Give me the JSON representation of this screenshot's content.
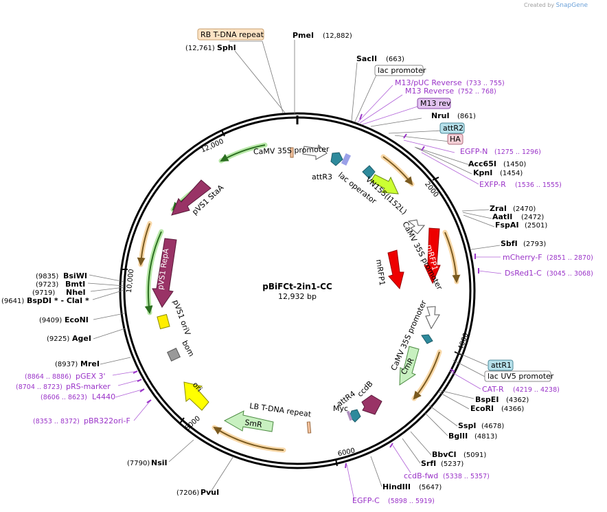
{
  "credit": {
    "prefix": "Created by",
    "brand": "SnapGene"
  },
  "plasmid": {
    "name": "pBiFCt-2in1-CC",
    "length": 12932,
    "length_label": "12,932 bp"
  },
  "ruler": [
    "12,000",
    "2000",
    "4000",
    "6000",
    "8000",
    "10,000"
  ],
  "enzymes": [
    {
      "name": "PmeI",
      "pos": "(12,882)"
    },
    {
      "name": "SphI",
      "pos": "(12,761)"
    },
    {
      "name": "SacII",
      "pos": "(663)"
    },
    {
      "name": "NruI",
      "pos": "(861)"
    },
    {
      "name": "Acc65I",
      "pos": "(1450)"
    },
    {
      "name": "KpnI",
      "pos": "(1454)"
    },
    {
      "name": "ZraI",
      "pos": "(2470)"
    },
    {
      "name": "AatII",
      "pos": "(2472)"
    },
    {
      "name": "FspAI",
      "pos": "(2501)"
    },
    {
      "name": "SbfI",
      "pos": "(2793)"
    },
    {
      "name": "BspEI",
      "pos": "(4362)"
    },
    {
      "name": "EcoRI",
      "pos": "(4366)"
    },
    {
      "name": "SspI",
      "pos": "(4678)"
    },
    {
      "name": "BglII",
      "pos": "(4813)"
    },
    {
      "name": "BbvCI",
      "pos": "(5091)"
    },
    {
      "name": "SrfI",
      "pos": "(5237)"
    },
    {
      "name": "HindIII",
      "pos": "(5647)"
    },
    {
      "name": "PvuI",
      "pos": "(7206)"
    },
    {
      "name": "NsiI",
      "pos": "(7790)"
    },
    {
      "name": "MreI",
      "pos": "(8937)"
    },
    {
      "name": "AgeI",
      "pos": "(9225)"
    },
    {
      "name": "EcoNI",
      "pos": "(9409)"
    },
    {
      "name": "BspDI * - ClaI *",
      "pos": "(9641)"
    },
    {
      "name": "NheI",
      "pos": "(9719)"
    },
    {
      "name": "BmtI",
      "pos": "(9723)"
    },
    {
      "name": "BsiWI",
      "pos": "(9835)"
    }
  ],
  "primers": [
    {
      "name": "M13/pUC Reverse",
      "pos": "(733 .. 755)"
    },
    {
      "name": "M13 Reverse",
      "pos": "(752 .. 768)"
    },
    {
      "name": "EGFP-N",
      "pos": "(1275 .. 1296)"
    },
    {
      "name": "EXFP-R",
      "pos": "(1536 .. 1555)"
    },
    {
      "name": "mCherry-F",
      "pos": "(2851 .. 2870)"
    },
    {
      "name": "DsRed1-C",
      "pos": "(3045 .. 3068)"
    },
    {
      "name": "CAT-R",
      "pos": "(4219 .. 4238)"
    },
    {
      "name": "ccdB-fwd",
      "pos": "(5338 .. 5357)"
    },
    {
      "name": "EGFP-C",
      "pos": "(5898 .. 5919)"
    },
    {
      "name": "pBR322ori-F",
      "pos": "(8353 .. 8372)"
    },
    {
      "name": "L4440",
      "pos": "(8606 .. 8623)"
    },
    {
      "name": "pRS-marker",
      "pos": "(8704 .. 8723)"
    },
    {
      "name": "pGEX 3'",
      "pos": "(8864 .. 8886)"
    }
  ],
  "boxed_labels": [
    {
      "name": "RB T-DNA repeat",
      "fill": "#fce3c4",
      "stroke": "#c8a070"
    },
    {
      "name": "lac promoter",
      "fill": "#ffffff",
      "stroke": "#888888"
    },
    {
      "name": "M13 rev",
      "fill": "#e2c3f0",
      "stroke": "#8a4aa8"
    },
    {
      "name": "attR2",
      "fill": "#b6e0ea",
      "stroke": "#4a8898"
    },
    {
      "name": "HA",
      "fill": "#f5cfd6",
      "stroke": "#b07080"
    },
    {
      "name": "attR1",
      "fill": "#b6e0ea",
      "stroke": "#4a8898"
    },
    {
      "name": "lac UV5 promoter",
      "fill": "#ffffff",
      "stroke": "#888888"
    }
  ],
  "features": [
    "CaMV 35S promoter",
    "attR3",
    "lac operator",
    "VN155(I152L)",
    "CaMV 35S promoter",
    "mRFP1",
    "mRFP1",
    "CaMV 35S promoter",
    "CmR",
    "ccdB",
    "attR4",
    "Myc",
    "SmR",
    "LB T-DNA repeat",
    "ori",
    "bom",
    "pVS1 oriV",
    "pVS1 RepA",
    "pVS1 StaA"
  ],
  "colors": {
    "backbone": "#000000",
    "primer": "#9a33c8",
    "pVS1": "#993366",
    "mRFP1": "#ee0000",
    "VN155": "#ccff33",
    "CmR_SmR": "#c8f0c0",
    "ori": "#ffff00",
    "att": "#2e8a9c",
    "orf_halo": "#f5c27a"
  }
}
